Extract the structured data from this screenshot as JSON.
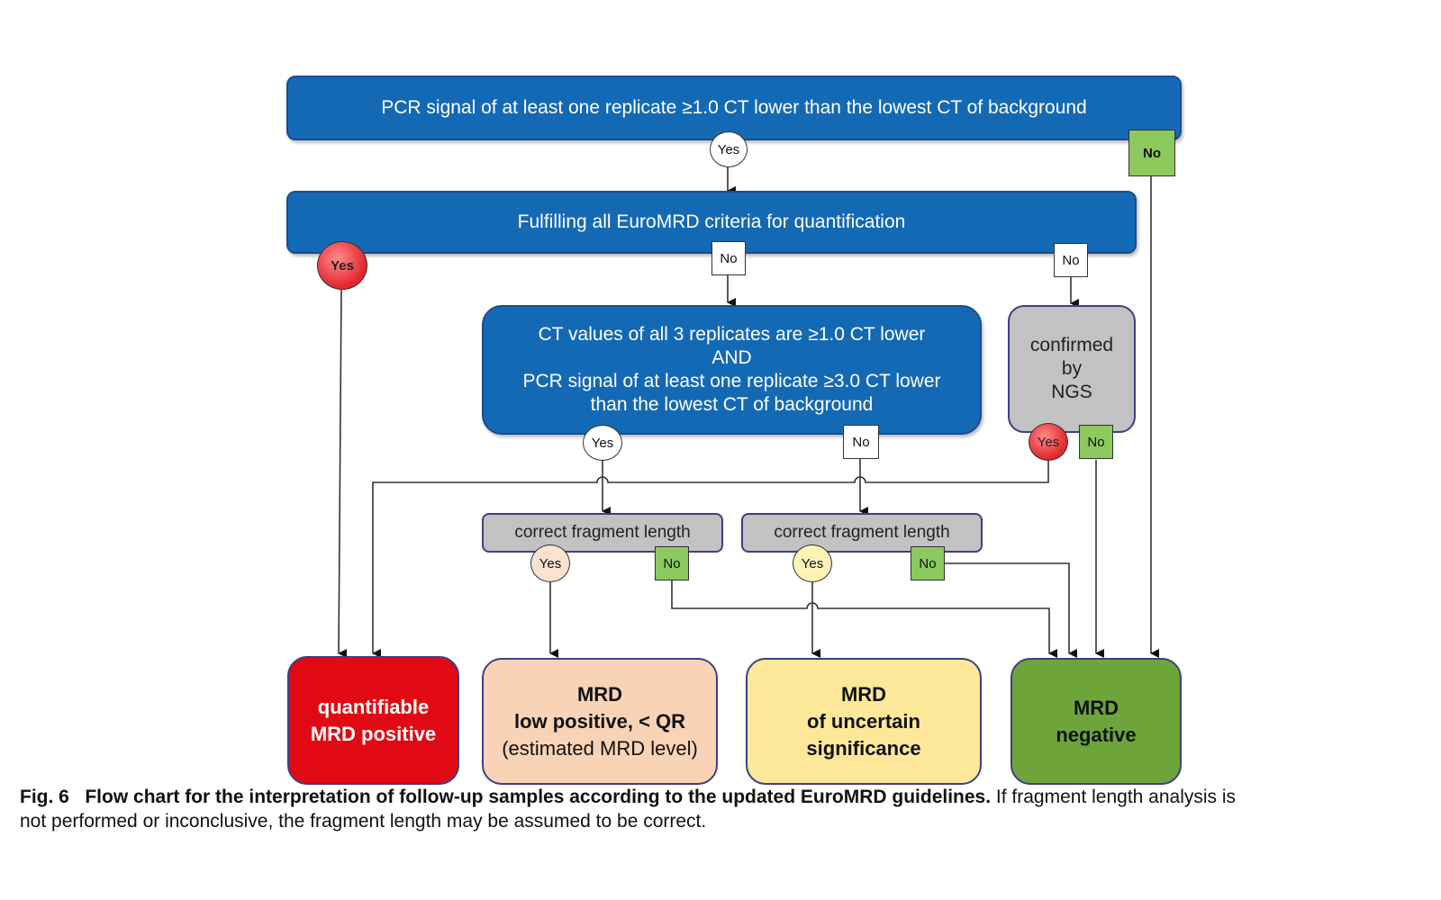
{
  "nodes": {
    "top": "PCR signal of at least one replicate ≥1.0 CT lower than the lowest CT of background",
    "criteria": "Fulfilling all EuroMRD criteria for quantification",
    "replicates": [
      "CT values of all 3 replicates are ≥1.0 CT lower",
      "AND",
      "PCR signal of at least one replicate ≥3.0 CT lower",
      "than the lowest CT of background"
    ],
    "ngs": [
      "confirmed",
      "by",
      "NGS"
    ],
    "fragment_left": "correct fragment length",
    "fragment_right": "correct fragment length"
  },
  "badges": {
    "yes": "Yes",
    "no": "No"
  },
  "outcomes": [
    {
      "lines": [
        "quantifiable",
        "MRD positive"
      ],
      "color": "#e10a14"
    },
    {
      "lines": [
        "MRD",
        "low positive, < QR",
        "(estimated MRD level)"
      ],
      "color": "#f9d3b5"
    },
    {
      "lines": [
        "MRD",
        "of uncertain",
        "significance"
      ],
      "color": "#fde89a"
    },
    {
      "lines": [
        "MRD",
        "negative"
      ],
      "color": "#6da53a"
    }
  ],
  "caption": {
    "label": "Fig. 6",
    "title": "Flow chart for the interpretation of follow-up samples according to the updated EuroMRD guidelines.",
    "text_line1": " If fragment length analysis is",
    "text_line2": "not performed or inconclusive, the fragment length may be assumed to be correct."
  }
}
